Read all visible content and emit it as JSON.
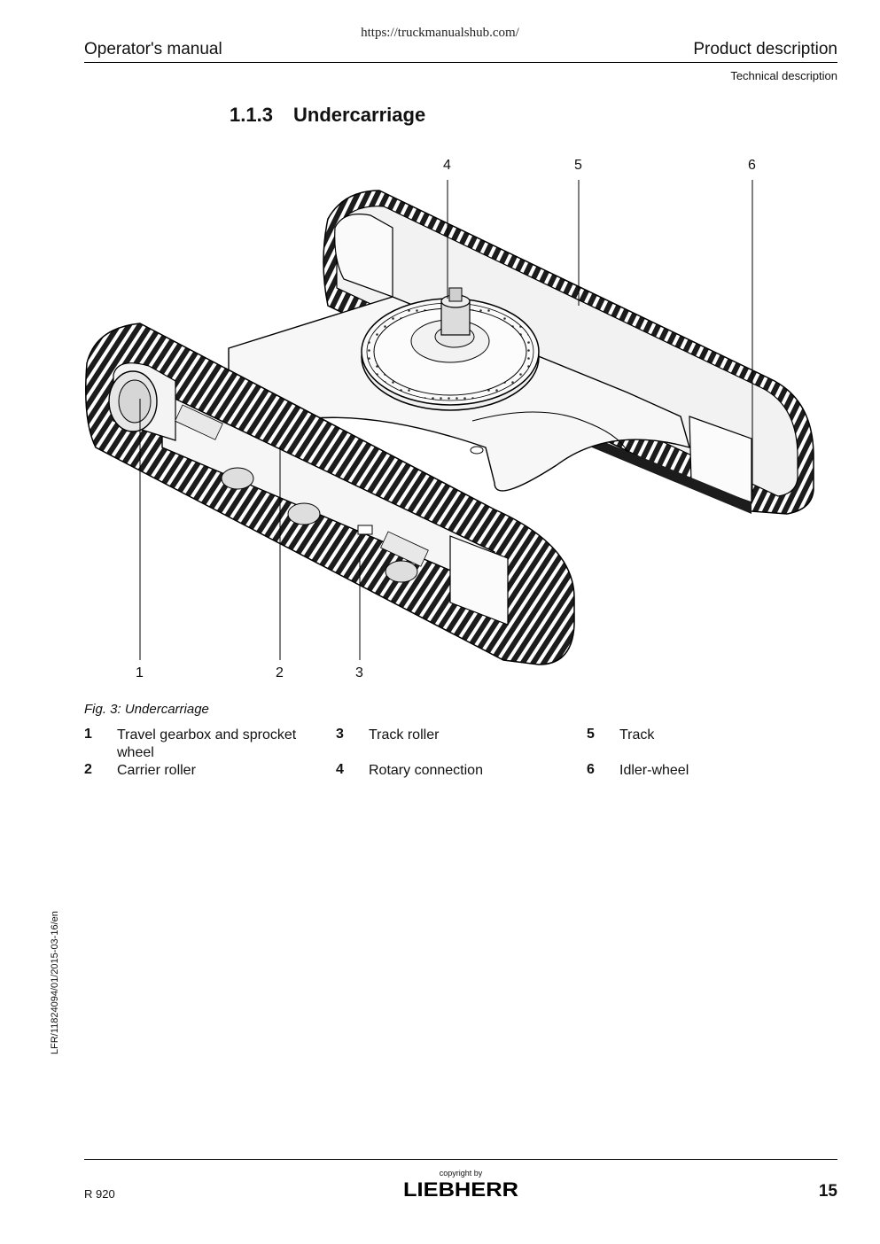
{
  "watermark_url": "https://truckmanualshub.com/",
  "header": {
    "left": "Operator's manual",
    "right": "Product description",
    "subtitle": "Technical description"
  },
  "section": {
    "number": "1.1.3",
    "title": "Undercarriage"
  },
  "figure": {
    "callouts": [
      "1",
      "2",
      "3",
      "4",
      "5",
      "6"
    ],
    "caption": "Fig. 3: Undercarriage"
  },
  "legend": [
    {
      "num": "1",
      "text": "Travel gearbox and sprocket wheel"
    },
    {
      "num": "3",
      "text": "Track roller"
    },
    {
      "num": "5",
      "text": "Track"
    },
    {
      "num": "2",
      "text": "Carrier roller"
    },
    {
      "num": "4",
      "text": "Rotary connection"
    },
    {
      "num": "6",
      "text": "Idler-wheel"
    }
  ],
  "side_text": "LFR/11824094/01/2015-03-16/en",
  "footer": {
    "model": "R 920",
    "copyright": "copyright by",
    "brand": "LIEBHERR",
    "page": "15"
  }
}
